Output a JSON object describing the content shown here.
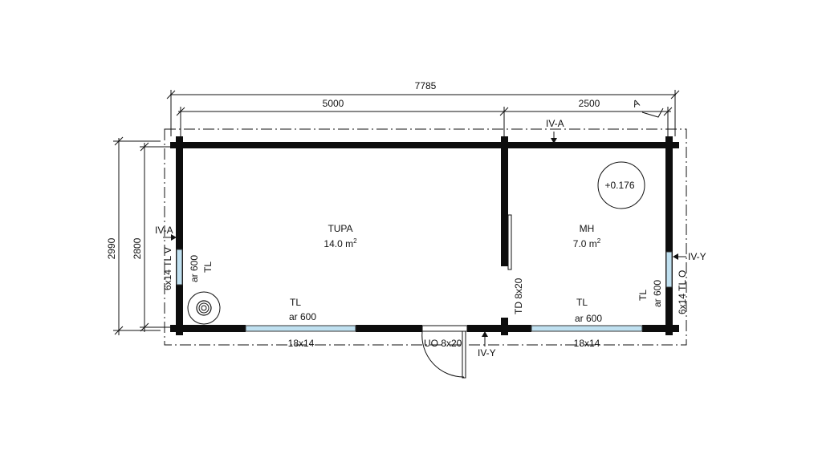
{
  "dimensions": {
    "total_width": "7785",
    "left_width": "5000",
    "right_width": "2500",
    "outer_height": "2990",
    "inner_height": "2800"
  },
  "section_markers": {
    "a_label": "A",
    "iva_top": "IV-A",
    "iva_left": "IV-A",
    "ivy_right": "IV-Y",
    "ivy_bottom": "IV-Y"
  },
  "rooms": [
    {
      "name": "TUPA",
      "area": "14.0 m",
      "area_sup": "2"
    },
    {
      "name": "MH",
      "area": "7.0 m",
      "area_sup": "2"
    }
  ],
  "level_mark": "+0.176",
  "openings": {
    "left_window_code": "6x14 TL V",
    "left_window_ar": "ar 600",
    "left_window_tl": "TL",
    "bottom_left_tl": "TL",
    "bottom_left_ar": "ar 600",
    "bottom_left_size": "18x14",
    "inner_door": "TD 8x20",
    "bottom_right_tl": "TL",
    "bottom_right_ar": "ar 600",
    "bottom_right_size": "18x14",
    "right_window_tl": "TL",
    "right_window_ar": "ar 600",
    "right_window_code": "6x14 TL O",
    "outer_door": "UO 8x20"
  }
}
